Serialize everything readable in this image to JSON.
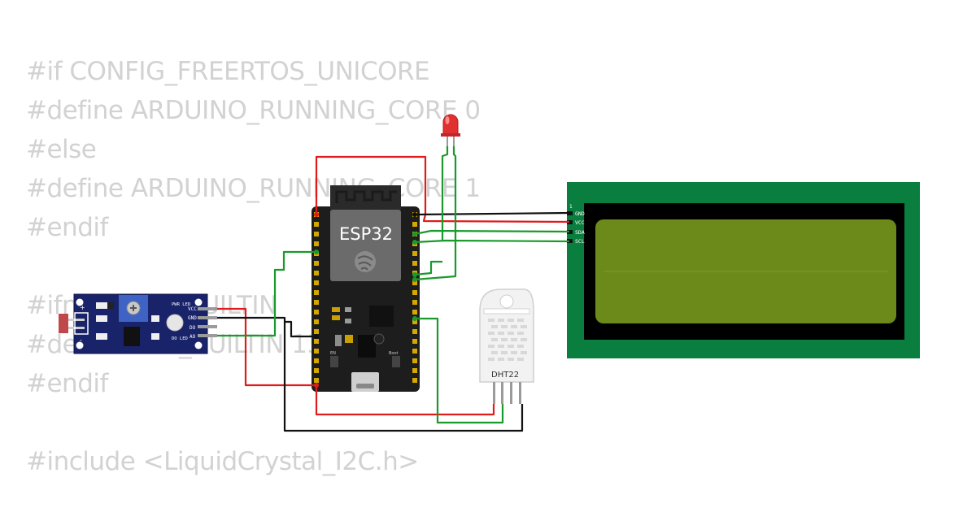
{
  "code_lines": [
    "#if CONFIG_FREERTOS_UNICORE",
    "#define ARDUINO_RUNNING_CORE 0",
    "#else",
    "#define ARDUINO_RUNNING_CORE 1",
    "#endif",
    "",
    "#ifndef LED_BUILTIN",
    "#define LED_BUILTIN 13",
    "#endif",
    "",
    "#include <LiquidCrystal_I2C.h>"
  ],
  "esp32": {
    "label": "ESP32",
    "boot_label": "Boot",
    "en_label": "EN"
  },
  "dht": {
    "label": "DHT22"
  },
  "ldr": {
    "pins": [
      "VCC",
      "GND",
      "DO",
      "AO"
    ],
    "pwr_led": "PWR LED",
    "do_led": "DO LED"
  },
  "lcd": {
    "pin1": "1",
    "pins": [
      "GND",
      "VCC",
      "SDA",
      "SCL"
    ],
    "colors": {
      "frame": "#0a7e3e",
      "bezel": "#000000",
      "screen": "#6b8a1a",
      "glass": "#8aa31c"
    }
  },
  "wire_colors": {
    "power": "#e01b1b",
    "ground": "#111111",
    "signal": "#1a9a2c"
  }
}
